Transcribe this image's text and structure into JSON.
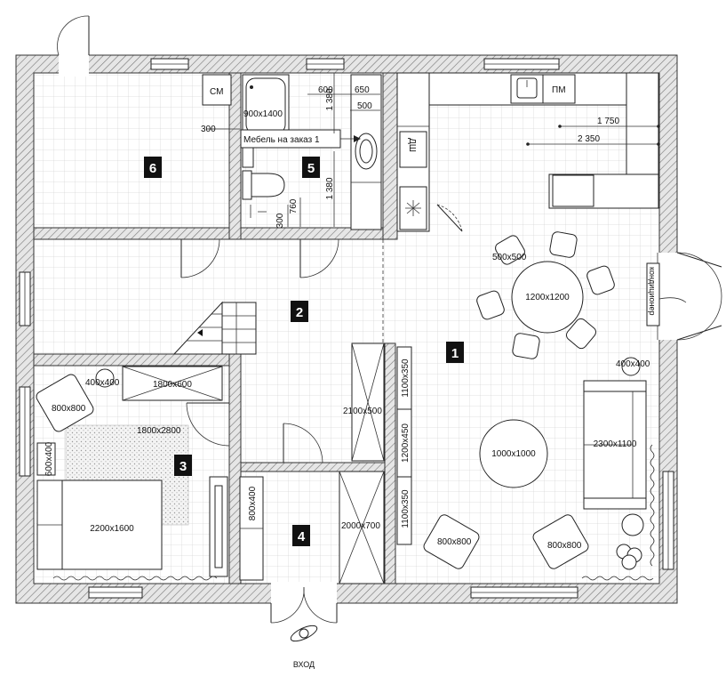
{
  "rooms": [
    {
      "id": "1"
    },
    {
      "id": "2"
    },
    {
      "id": "3"
    },
    {
      "id": "4"
    },
    {
      "id": "5"
    },
    {
      "id": "6"
    }
  ],
  "labels": {
    "washer": "СМ",
    "dishwasher": "ПМ",
    "oven": "ДШ",
    "hob": "Ж",
    "custom_furniture": "Мебель на заказ 1",
    "air_conditioner": "кондиционер",
    "entrance": "ВХОД"
  },
  "dimensions": {
    "bath": "900x1400",
    "d600": "600",
    "d650": "650",
    "d500": "500",
    "d1380a": "1 380",
    "d1380b": "1 380",
    "d300a": "300",
    "d300b": "300",
    "d760": "760",
    "d1750": "1 750",
    "d2350": "2 350",
    "chair_dining": "500x500",
    "dining_table": "1200x1200",
    "floor_lamp": "400x400",
    "sofa": "2300x1100",
    "coffee_table": "1000x1000",
    "armchair_left": "800x800",
    "armchair_right": "800x800",
    "wardrobe_hall": "2100x500",
    "shelf_1100a": "1100x350",
    "shelf_1200": "1200x450",
    "shelf_1100b": "1100x350",
    "wardrobe_entry": "2000x700",
    "bench": "800x400",
    "bed": "2200x1600",
    "rug": "1800x2800",
    "dresser": "1800x600",
    "bedroom_lamp": "400x400",
    "bedroom_armchair": "800x800",
    "nightstand": "600x400"
  }
}
